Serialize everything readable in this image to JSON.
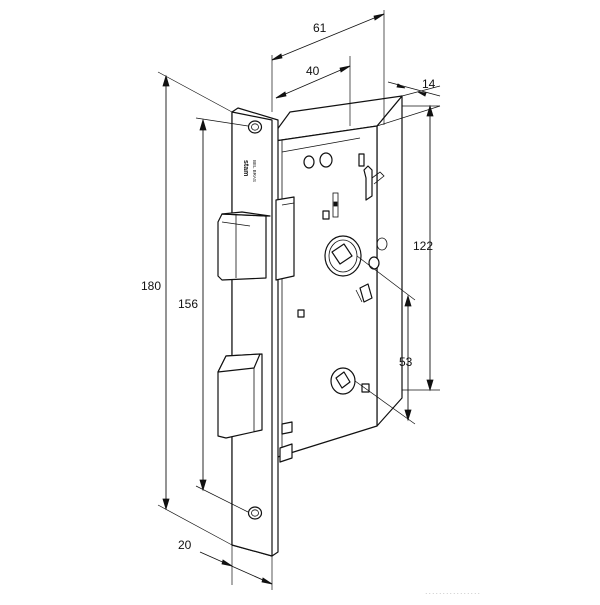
{
  "diagram": {
    "dimensions": {
      "d61": "61",
      "d40": "40",
      "d14": "14",
      "d122": "122",
      "d180": "180",
      "d156": "156",
      "d53": "53",
      "d20": "20"
    },
    "brand": {
      "logo": "stam",
      "sub": "BEL BRAS"
    },
    "watermark": "................"
  }
}
